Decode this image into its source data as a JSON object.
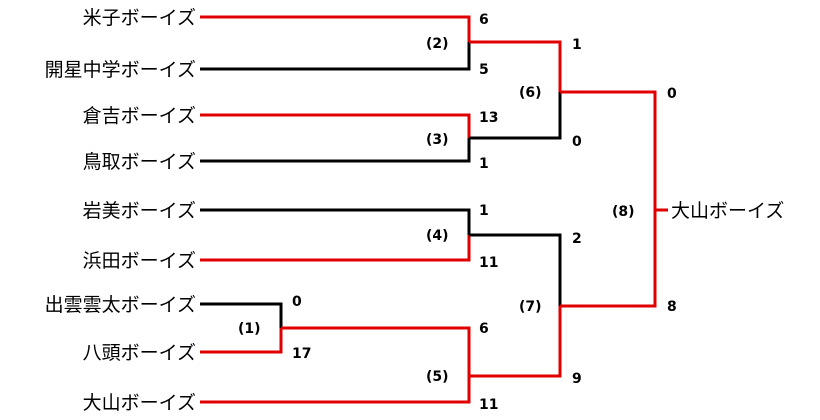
{
  "teams": [
    "米子ボーイズ",
    "開星中学ボーイズ",
    "倉吉ボーイズ",
    "鳥取ボーイズ",
    "岩美ボーイズ",
    "浜田ボーイズ",
    "出雲雲太ボーイズ",
    "八頭ボーイズ",
    "大山ボーイズ"
  ],
  "champion": "大山ボーイズ",
  "games": [
    {
      "label": "(1)",
      "scores": [
        "0",
        "17"
      ]
    },
    {
      "label": "(2)",
      "scores": [
        "6",
        "5"
      ]
    },
    {
      "label": "(3)",
      "scores": [
        "13",
        "1"
      ]
    },
    {
      "label": "(4)",
      "scores": [
        "1",
        "11"
      ]
    },
    {
      "label": "(5)",
      "scores": [
        "6",
        "11"
      ]
    },
    {
      "label": "(6)",
      "scores": [
        "1",
        "0"
      ]
    },
    {
      "label": "(7)",
      "scores": [
        "2",
        "9"
      ]
    },
    {
      "label": "(8)",
      "scores": [
        "0",
        "8"
      ]
    }
  ],
  "colors": {
    "winner_line": "#e00000",
    "loser_line": "#000000",
    "text": "#000000"
  }
}
